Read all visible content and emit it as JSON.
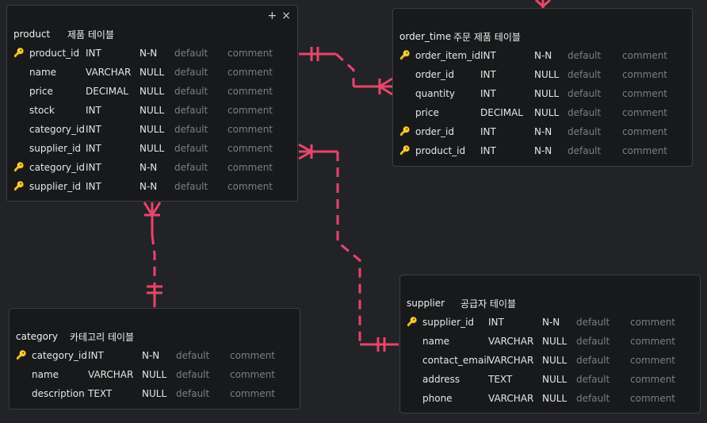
{
  "tables": {
    "product": {
      "name": "product",
      "comment": "제품 테이블",
      "controls": {
        "add": "+",
        "close": "×"
      },
      "columns": [
        {
          "key": "pk",
          "name": "product_id",
          "type": "INT",
          "nullable": "N-N",
          "default": "default",
          "comment": "comment"
        },
        {
          "key": "",
          "name": "name",
          "type": "VARCHAR",
          "nullable": "NULL",
          "default": "default",
          "comment": "comment"
        },
        {
          "key": "",
          "name": "price",
          "type": "DECIMAL",
          "nullable": "NULL",
          "default": "default",
          "comment": "comment"
        },
        {
          "key": "",
          "name": "stock",
          "type": "INT",
          "nullable": "NULL",
          "default": "default",
          "comment": "comment"
        },
        {
          "key": "",
          "name": "category_id",
          "type": "INT",
          "nullable": "NULL",
          "default": "default",
          "comment": "comment"
        },
        {
          "key": "",
          "name": "supplier_id",
          "type": "INT",
          "nullable": "NULL",
          "default": "default",
          "comment": "comment"
        },
        {
          "key": "fk",
          "name": "category_id",
          "type": "INT",
          "nullable": "N-N",
          "default": "default",
          "comment": "comment"
        },
        {
          "key": "fk",
          "name": "supplier_id",
          "type": "INT",
          "nullable": "N-N",
          "default": "default",
          "comment": "comment"
        }
      ]
    },
    "order_time": {
      "name": "order_time",
      "comment": "주문 제품 테이블",
      "columns": [
        {
          "key": "pk",
          "name": "order_item_id",
          "type": "INT",
          "nullable": "N-N",
          "default": "default",
          "comment": "comment"
        },
        {
          "key": "",
          "name": "order_id",
          "type": "INT",
          "nullable": "NULL",
          "default": "default",
          "comment": "comment"
        },
        {
          "key": "",
          "name": "quantity",
          "type": "INT",
          "nullable": "NULL",
          "default": "default",
          "comment": "comment"
        },
        {
          "key": "",
          "name": "price",
          "type": "DECIMAL",
          "nullable": "NULL",
          "default": "default",
          "comment": "comment"
        },
        {
          "key": "fk",
          "name": "order_id",
          "type": "INT",
          "nullable": "N-N",
          "default": "default",
          "comment": "comment"
        },
        {
          "key": "fk",
          "name": "product_id",
          "type": "INT",
          "nullable": "N-N",
          "default": "default",
          "comment": "comment"
        }
      ]
    },
    "category": {
      "name": "category",
      "comment": "카테고리 테이블",
      "columns": [
        {
          "key": "pk",
          "name": "category_id",
          "type": "INT",
          "nullable": "N-N",
          "default": "default",
          "comment": "comment"
        },
        {
          "key": "",
          "name": "name",
          "type": "VARCHAR",
          "nullable": "NULL",
          "default": "default",
          "comment": "comment"
        },
        {
          "key": "",
          "name": "description",
          "type": "TEXT",
          "nullable": "NULL",
          "default": "default",
          "comment": "comment"
        }
      ]
    },
    "supplier": {
      "name": "supplier",
      "comment": "공급자 테이블",
      "columns": [
        {
          "key": "pk",
          "name": "supplier_id",
          "type": "INT",
          "nullable": "N-N",
          "default": "default",
          "comment": "comment"
        },
        {
          "key": "",
          "name": "name",
          "type": "VARCHAR",
          "nullable": "NULL",
          "default": "default",
          "comment": "comment"
        },
        {
          "key": "",
          "name": "contact_email",
          "type": "VARCHAR",
          "nullable": "NULL",
          "default": "default",
          "comment": "comment"
        },
        {
          "key": "",
          "name": "address",
          "type": "TEXT",
          "nullable": "NULL",
          "default": "default",
          "comment": "comment"
        },
        {
          "key": "",
          "name": "phone",
          "type": "VARCHAR",
          "nullable": "NULL",
          "default": "default",
          "comment": "comment"
        }
      ]
    }
  },
  "icons": {
    "pk": "key-icon",
    "fk": "foreign-key-icon",
    "key_glyph": "🔑"
  },
  "colors": {
    "relation": "#e8456a",
    "primary_key": "#f2b531",
    "foreign_key": "#e8456a",
    "background": "#222327",
    "table_bg": "#18191b"
  }
}
